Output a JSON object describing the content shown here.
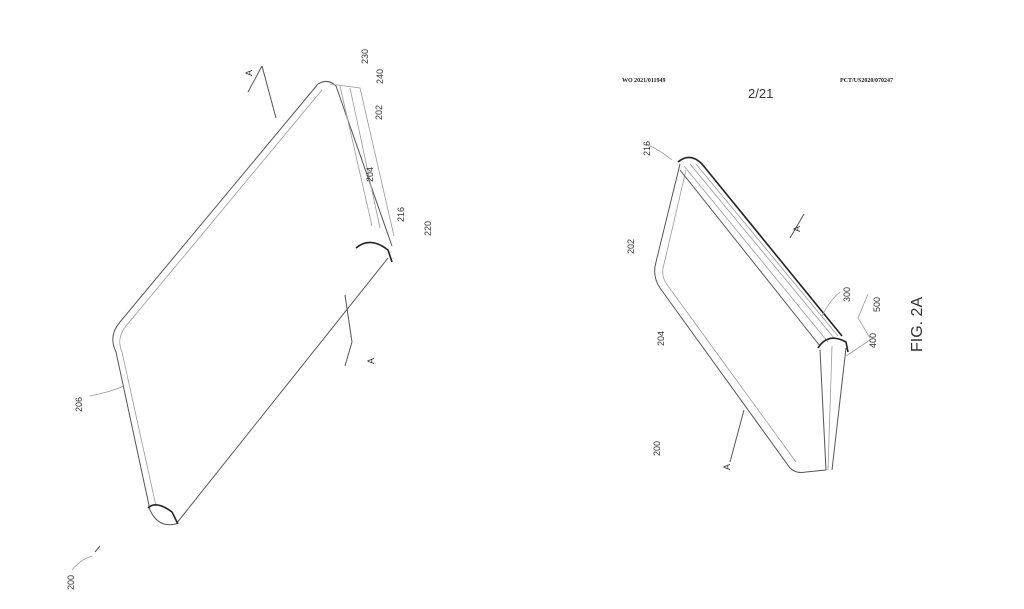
{
  "header": {
    "publication_number": "WO 2021/011949",
    "page": "2/21",
    "application_number": "PCT/US2020/070247"
  },
  "figure_label": "FIG. 2A",
  "left_figure": {
    "labels": {
      "ref_230": "230",
      "ref_240": "240",
      "ref_202": "202",
      "ref_204": "204",
      "ref_216": "216",
      "ref_220": "220",
      "ref_206": "206",
      "ref_200": "200",
      "section_a_top": "A",
      "section_a_bottom": "A"
    }
  },
  "right_figure": {
    "labels": {
      "ref_216": "216",
      "ref_202": "202",
      "ref_204": "204",
      "ref_200": "200",
      "ref_300": "300",
      "ref_500": "500",
      "ref_400": "400",
      "section_a_top": "A",
      "section_a_bottom": "A"
    }
  }
}
